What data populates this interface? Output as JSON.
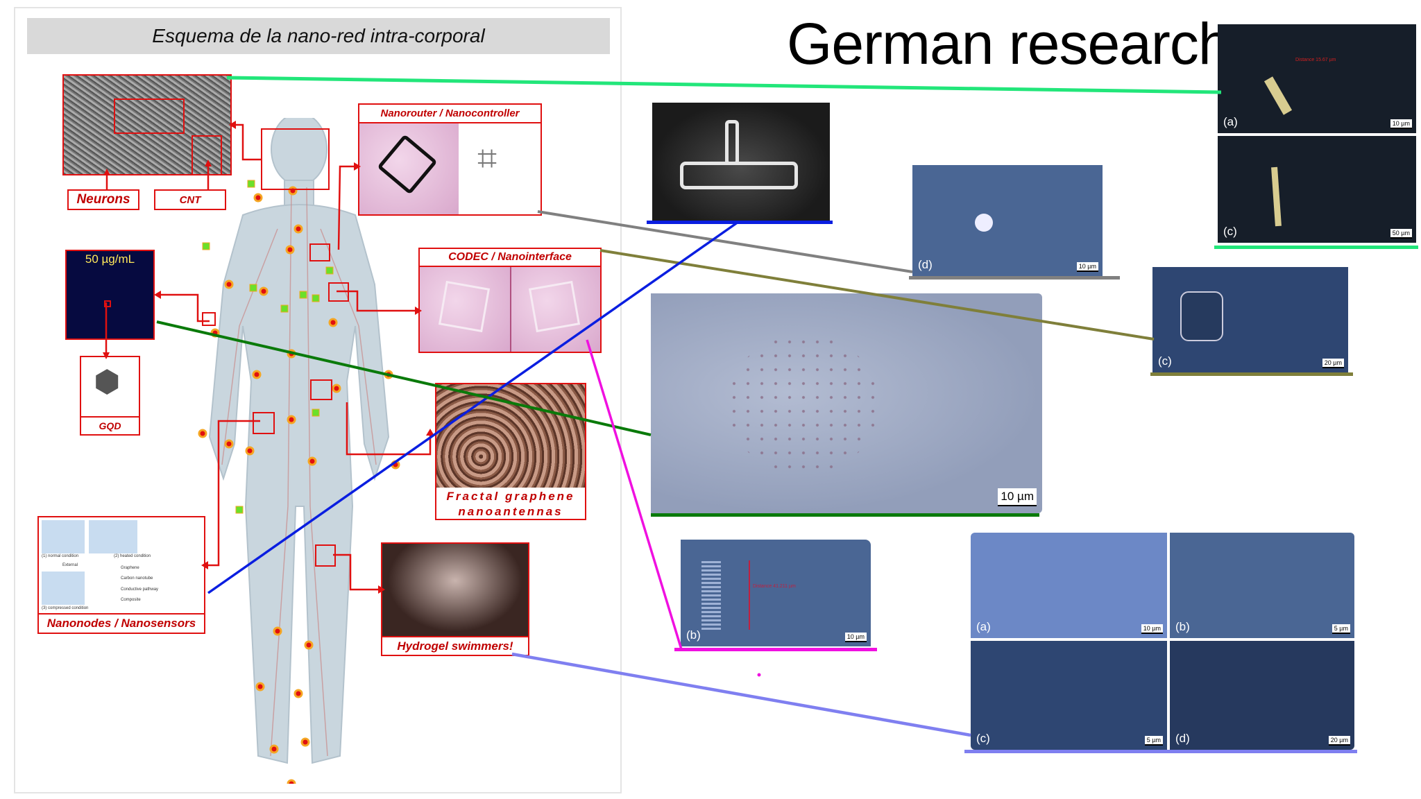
{
  "header": {
    "schema_title": "Esquema de la nano-red intra-corporal",
    "overlay_title": "German research"
  },
  "schema": {
    "neurons_label": "Neurons",
    "cnt_label": "CNT",
    "nanorouter_title": "Nanorouter / Nanocontroller",
    "concentration_label": "50 µg/mL",
    "gqd_label": "GQD",
    "codec_title": "CODEC / Nanointerface",
    "fractal_line1": "Fractal graphene",
    "fractal_line2": "nanoantennas",
    "nanonodes_title": "Nanonodes / Nanosensors",
    "nanonodes_legend": [
      "(1) normal condition",
      "(2) heated condition",
      "(3) compressed condition",
      "External",
      "Graphene",
      "Carbon nanotube",
      "Conductive pathway",
      "Composite"
    ],
    "hydrogel_title": "Hydrogel swimmers!"
  },
  "photos": {
    "top_right_a": {
      "label": "(a)",
      "scale": "10 µm",
      "measure": "Distance 15.67 µm"
    },
    "top_right_c": {
      "label": "(c)",
      "scale": "50 µm"
    },
    "blue_d": {
      "label": "(d)",
      "scale": "10 µm"
    },
    "olive_c": {
      "label": "(c)",
      "scale": "20 µm"
    },
    "blob": {
      "scale": "10 µm"
    },
    "magenta_b": {
      "label": "(b)",
      "scale": "10 µm",
      "measure": "Distance 41.211 µm"
    },
    "quad": [
      {
        "label": "(a)",
        "scale": "10 µm"
      },
      {
        "label": "(b)",
        "scale": "5 µm"
      },
      {
        "label": "(c)",
        "scale": "5 µm"
      },
      {
        "label": "(d)",
        "scale": "20 µm"
      }
    ]
  },
  "colors": {
    "accent_red": "#e01010",
    "green_line": "#22e67a",
    "blue_line": "#0a1ee0",
    "gray_line": "#808080",
    "olive_line": "#7f7f3a",
    "dark_green_line": "#0a7a0a",
    "magenta_line": "#f010e0",
    "lavender_line": "#7f7ff0"
  }
}
